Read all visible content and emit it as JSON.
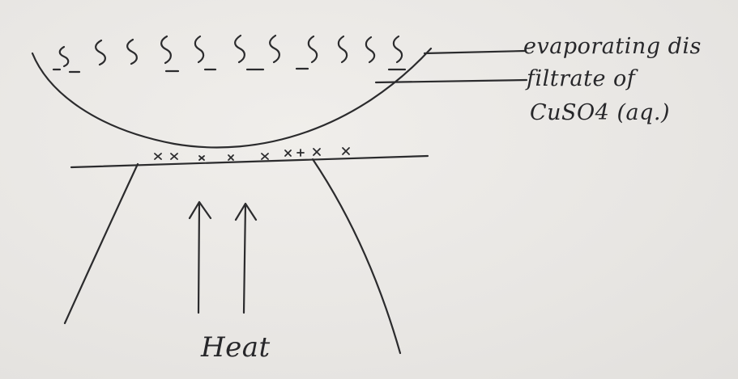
{
  "labels": {
    "dish_line_1": "evaporating dis",
    "dish_line_2": "filtrate of",
    "dish_line_3": "CuSO4 (aq.)",
    "heat": "Heat"
  },
  "colors": {
    "paper": "#ebe9e6",
    "ink": "#2b2b2d"
  }
}
